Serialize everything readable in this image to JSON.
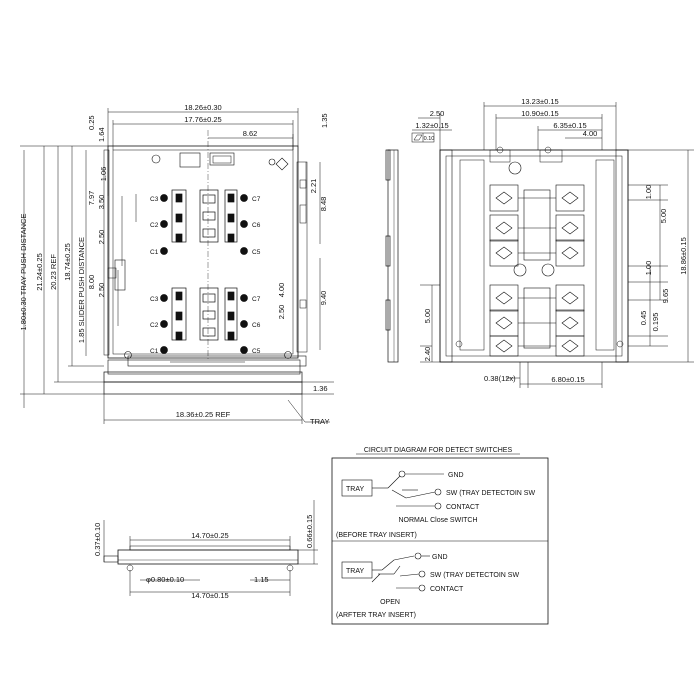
{
  "top_view": {
    "dims_top": [
      "18.26±0.30",
      "17.76±0.25",
      "8.62"
    ],
    "dims_left_small": [
      "0.25",
      "1.64"
    ],
    "dim_right_small": "1.35",
    "dims_left_vertical": [
      "1.80±0.30 TRAY PUSH DISTANCE",
      "21.24±0.25",
      "20.23 REF",
      "18.74±0.25",
      "1.85 SLIDER PUSH DISTANCE"
    ],
    "dims_inner_vertical": [
      "1.06",
      "7.97",
      "3.50",
      "2.50",
      "8.00",
      "2.50",
      "4.00",
      "2.50"
    ],
    "dims_right_vertical": [
      "2.21",
      "8.48",
      "9.40"
    ],
    "contacts_left_upper": [
      "C3",
      "C2",
      "C1"
    ],
    "contacts_right_upper": [
      "C7",
      "C6",
      "C5"
    ],
    "contacts_left_lower": [
      "C3",
      "C2",
      "C1"
    ],
    "contacts_right_lower": [
      "C7",
      "C6",
      "C5"
    ],
    "dim_bottom_ref": "18.36±0.25 REF",
    "dim_tray_step": "1.36",
    "tray_label": "TRAY"
  },
  "right_view": {
    "dims_top": [
      "2.50",
      "1.32±0.15",
      "13.23±0.15",
      "10.90±0.15",
      "6.35±0.15",
      "4.00"
    ],
    "flatness": "0.10",
    "dims_right_vertical": [
      "1.00",
      "5.00",
      "1.00",
      "9.65",
      "0.45",
      "0.195",
      "18.86±0.15"
    ],
    "dims_left_vertical": [
      "5.00",
      "2.40"
    ],
    "dims_bottom": [
      "0.38(12x)",
      "6.80±0.15"
    ]
  },
  "side_view": {
    "dim_top": "14.70±0.25",
    "dim_left": "0.37±0.10",
    "dim_right": "0.66±0.15",
    "dim_hole": "φ0.80±0.10",
    "dim_small": "1.15",
    "dim_bottom": "14.70±0.15"
  },
  "circuit": {
    "title": "CIRCUIT DIAGRAM FOR DETECT SWITCHES",
    "tray": "TRAY",
    "gnd": "GND",
    "sw": "SW (TRAY DETECTOIN SW",
    "contact": "CONTACT",
    "state_before": "NORMAL Close SWITCH",
    "caption_before": "(BEFORE TRAY INSERT)",
    "state_after": "OPEN",
    "caption_after": "(ARFTER TRAY INSERT)"
  }
}
